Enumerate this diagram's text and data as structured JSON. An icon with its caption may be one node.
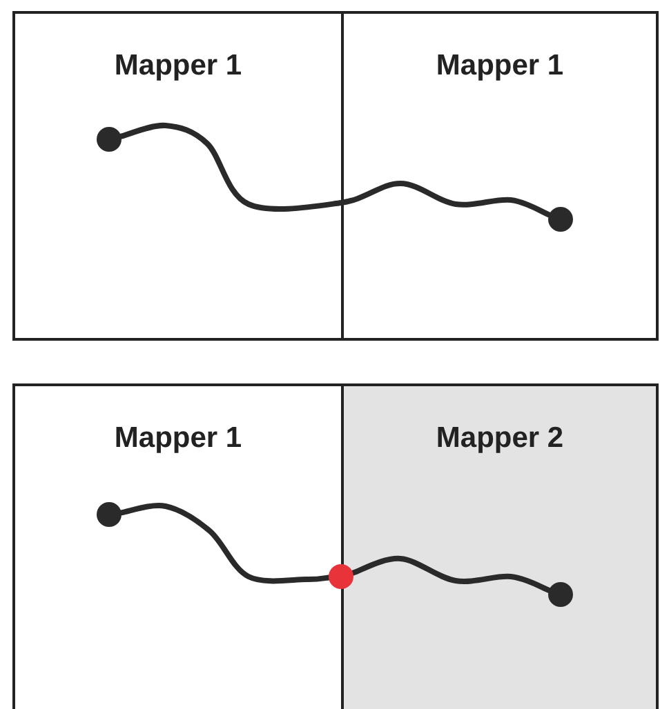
{
  "diagram": {
    "nodes": [
      {
        "text": [
          "Mapper 1"
        ]
      },
      {
        "text": [
          "Mapper 1"
        ]
      },
      {
        "text": [
          "Mapper 1"
        ]
      },
      {
        "text": [
          "Mapper 2"
        ]
      },
      {
        "text": [],
        "shape": "circle",
        "in": 0
      },
      {
        "text": [],
        "shape": "circle",
        "in": 1
      },
      {
        "text": [],
        "shape": "circle",
        "in": 2
      },
      {
        "text": [],
        "shape": "circle"
      },
      {
        "text": [],
        "shape": "circle",
        "in": 3
      }
    ],
    "edges": [
      {
        "from": 4,
        "to": 5,
        "arrow": "none"
      },
      {
        "from": 6,
        "to": 7,
        "arrow": "none"
      },
      {
        "from": 7,
        "to": 8,
        "arrow": "none"
      }
    ]
  }
}
